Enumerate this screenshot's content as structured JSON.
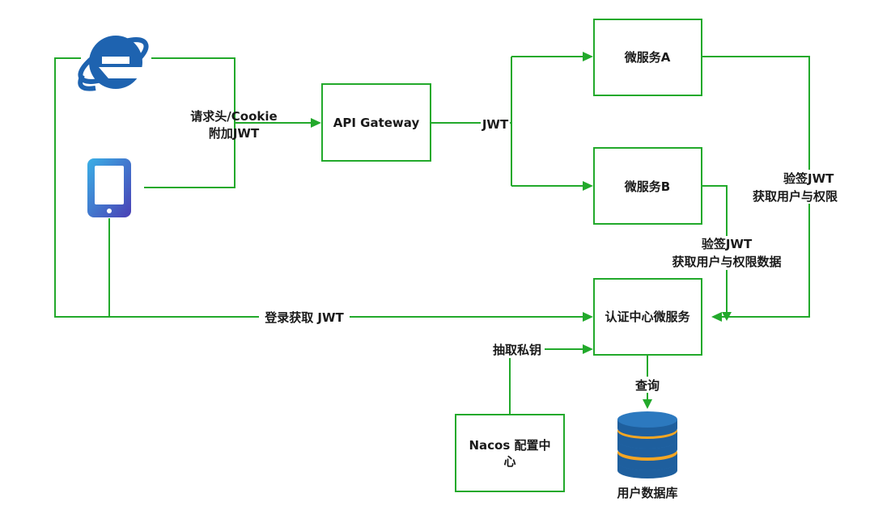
{
  "nodes": {
    "api_gateway": "API Gateway",
    "service_a": "微服务A",
    "service_b": "微服务B",
    "auth_service": "认证中心微服务",
    "nacos_line1": "Nacos 配置中",
    "nacos_line2": "心",
    "user_db": "用户数据库"
  },
  "edges": {
    "client_header_line1": "请求头/Cookie",
    "client_header_line2": "附加JWT",
    "gateway_jwt": "JWT",
    "login": "登录获取 JWT",
    "verify_b_line1": "验签JWT",
    "verify_b_line2": "获取用户与权限数据",
    "verify_a_line1": "验签JWT",
    "verify_a_line2": "获取用户与权限",
    "fetch_key": "抽取私钥",
    "query": "查询"
  },
  "icons": {
    "browser": "internet-explorer-icon",
    "mobile": "tablet-icon",
    "database": "database-icon"
  },
  "colors": {
    "accent": "#22a92b",
    "ie_blue": "#1e63b0",
    "db_blue": "#1e5f9e",
    "db_orange": "#f5a623"
  }
}
